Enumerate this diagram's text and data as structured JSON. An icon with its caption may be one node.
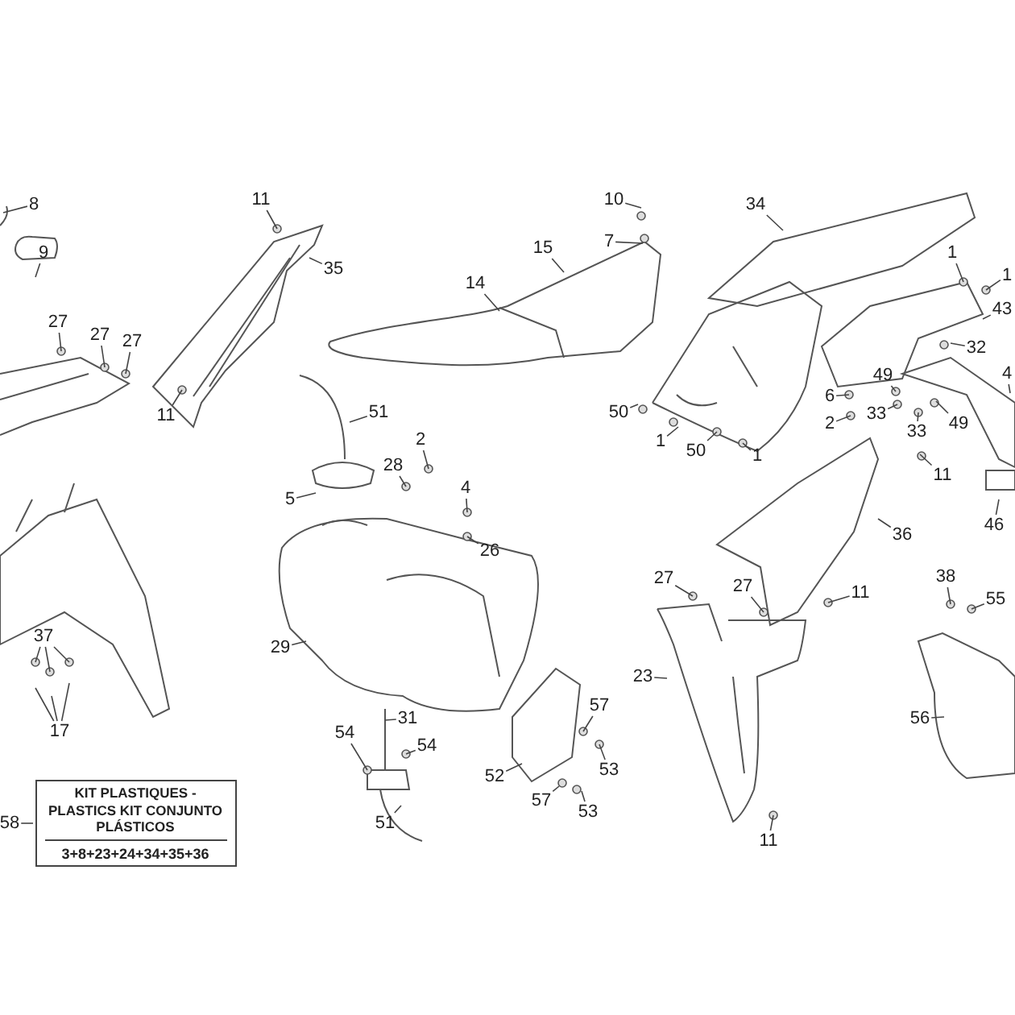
{
  "diagram": {
    "nodes": [
      {
        "text": [
          "8"
        ]
      },
      {
        "text": [
          "9"
        ]
      },
      {
        "text": [
          "27"
        ]
      },
      {
        "text": [
          "27"
        ]
      },
      {
        "text": [
          "27"
        ]
      },
      {
        "text": [
          "11"
        ]
      },
      {
        "text": [
          "35"
        ]
      },
      {
        "text": [
          "11"
        ]
      },
      {
        "text": [
          "14"
        ]
      },
      {
        "text": [
          "15"
        ]
      },
      {
        "text": [
          "10"
        ]
      },
      {
        "text": [
          "7"
        ]
      },
      {
        "text": [
          "34"
        ]
      },
      {
        "text": [
          "1"
        ]
      },
      {
        "text": [
          "1"
        ]
      },
      {
        "text": [
          "43"
        ]
      },
      {
        "text": [
          "32"
        ]
      },
      {
        "text": [
          "50"
        ]
      },
      {
        "text": [
          "1"
        ]
      },
      {
        "text": [
          "50"
        ]
      },
      {
        "text": [
          "1"
        ]
      },
      {
        "text": [
          "6"
        ]
      },
      {
        "text": [
          "2"
        ]
      },
      {
        "text": [
          "49"
        ]
      },
      {
        "text": [
          "33"
        ]
      },
      {
        "text": [
          "33"
        ]
      },
      {
        "text": [
          "49"
        ]
      },
      {
        "text": [
          "11"
        ]
      },
      {
        "text": [
          "46"
        ]
      },
      {
        "text": [
          "36"
        ]
      },
      {
        "text": [
          "51"
        ]
      },
      {
        "text": [
          "2"
        ]
      },
      {
        "text": [
          "28"
        ]
      },
      {
        "text": [
          "5"
        ]
      },
      {
        "text": [
          "4"
        ]
      },
      {
        "text": [
          "26"
        ]
      },
      {
        "text": [
          "29"
        ]
      },
      {
        "text": [
          "31"
        ]
      },
      {
        "text": [
          "54"
        ]
      },
      {
        "text": [
          "54"
        ]
      },
      {
        "text": [
          "51"
        ]
      },
      {
        "text": [
          "52"
        ]
      },
      {
        "text": [
          "57"
        ]
      },
      {
        "text": [
          "53"
        ]
      },
      {
        "text": [
          "57"
        ]
      },
      {
        "text": [
          "53"
        ]
      },
      {
        "text": [
          "27"
        ]
      },
      {
        "text": [
          "27"
        ]
      },
      {
        "text": [
          "11"
        ]
      },
      {
        "text": [
          "23"
        ]
      },
      {
        "text": [
          "11"
        ]
      },
      {
        "text": [
          "38"
        ]
      },
      {
        "text": [
          "55"
        ]
      },
      {
        "text": [
          "56"
        ]
      },
      {
        "text": [
          "37"
        ]
      },
      {
        "text": [
          "17"
        ]
      },
      {
        "text": [
          "58"
        ]
      },
      {
        "text": [
          "KIT PLASTIQUES - PLASTICS KIT CONJUNTO PLÁSTICOS",
          "3+8+23+24+34+35+36"
        ]
      },
      {
        "text": [
          "4"
        ]
      }
    ],
    "edges": [
      {
        "from": 0,
        "to": null,
        "arrow": "none"
      },
      {
        "from": 1,
        "to": null,
        "arrow": "none"
      },
      {
        "from": 2,
        "to": null,
        "arrow": "none"
      },
      {
        "from": 3,
        "to": null,
        "arrow": "none"
      },
      {
        "from": 4,
        "to": null,
        "arrow": "none"
      },
      {
        "from": 5,
        "to": null,
        "arrow": "none"
      },
      {
        "from": 6,
        "to": null,
        "arrow": "none"
      },
      {
        "from": 7,
        "to": null,
        "arrow": "none"
      },
      {
        "from": 8,
        "to": null,
        "arrow": "none"
      },
      {
        "from": 9,
        "to": null,
        "arrow": "none"
      },
      {
        "from": 10,
        "to": null,
        "arrow": "none"
      },
      {
        "from": 11,
        "to": null,
        "arrow": "none"
      },
      {
        "from": 12,
        "to": null,
        "arrow": "none"
      },
      {
        "from": 13,
        "to": null,
        "arrow": "none"
      },
      {
        "from": 14,
        "to": null,
        "arrow": "none"
      },
      {
        "from": 15,
        "to": null,
        "arrow": "none"
      },
      {
        "from": 16,
        "to": null,
        "arrow": "none"
      },
      {
        "from": 17,
        "to": null,
        "arrow": "none"
      },
      {
        "from": 18,
        "to": null,
        "arrow": "none"
      },
      {
        "from": 19,
        "to": null,
        "arrow": "none"
      },
      {
        "from": 20,
        "to": null,
        "arrow": "none"
      },
      {
        "from": 21,
        "to": null,
        "arrow": "none"
      },
      {
        "from": 22,
        "to": null,
        "arrow": "none"
      },
      {
        "from": 23,
        "to": null,
        "arrow": "none"
      },
      {
        "from": 24,
        "to": null,
        "arrow": "none"
      },
      {
        "from": 25,
        "to": null,
        "arrow": "none"
      },
      {
        "from": 26,
        "to": null,
        "arrow": "none"
      },
      {
        "from": 27,
        "to": null,
        "arrow": "none"
      },
      {
        "from": 28,
        "to": null,
        "arrow": "none"
      },
      {
        "from": 29,
        "to": null,
        "arrow": "none"
      },
      {
        "from": 30,
        "to": null,
        "arrow": "none"
      },
      {
        "from": 31,
        "to": null,
        "arrow": "none"
      },
      {
        "from": 32,
        "to": null,
        "arrow": "none"
      },
      {
        "from": 33,
        "to": null,
        "arrow": "none"
      },
      {
        "from": 34,
        "to": null,
        "arrow": "none"
      },
      {
        "from": 35,
        "to": null,
        "arrow": "none"
      },
      {
        "from": 36,
        "to": null,
        "arrow": "none"
      },
      {
        "from": 37,
        "to": null,
        "arrow": "none"
      },
      {
        "from": 38,
        "to": null,
        "arrow": "none"
      },
      {
        "from": 39,
        "to": null,
        "arrow": "none"
      },
      {
        "from": 40,
        "to": null,
        "arrow": "none"
      },
      {
        "from": 41,
        "to": null,
        "arrow": "none"
      },
      {
        "from": 42,
        "to": null,
        "arrow": "none"
      },
      {
        "from": 43,
        "to": null,
        "arrow": "none"
      },
      {
        "from": 44,
        "to": null,
        "arrow": "none"
      },
      {
        "from": 45,
        "to": null,
        "arrow": "none"
      },
      {
        "from": 46,
        "to": null,
        "arrow": "none"
      },
      {
        "from": 47,
        "to": null,
        "arrow": "none"
      },
      {
        "from": 48,
        "to": null,
        "arrow": "none"
      },
      {
        "from": 49,
        "to": null,
        "arrow": "none"
      },
      {
        "from": 50,
        "to": null,
        "arrow": "none"
      },
      {
        "from": 51,
        "to": null,
        "arrow": "none"
      },
      {
        "from": 52,
        "to": null,
        "arrow": "none"
      },
      {
        "from": 53,
        "to": null,
        "arrow": "none"
      },
      {
        "from": 54,
        "to": null,
        "arrow": "none"
      },
      {
        "from": 54,
        "to": null,
        "arrow": "none"
      },
      {
        "from": 54,
        "to": null,
        "arrow": "none"
      },
      {
        "from": 55,
        "to": null,
        "arrow": "none"
      },
      {
        "from": 55,
        "to": null,
        "arrow": "none"
      },
      {
        "from": 55,
        "to": null,
        "arrow": "none"
      },
      {
        "from": 56,
        "to": 57,
        "arrow": "none"
      },
      {
        "from": 58,
        "to": null,
        "arrow": "none"
      }
    ]
  }
}
